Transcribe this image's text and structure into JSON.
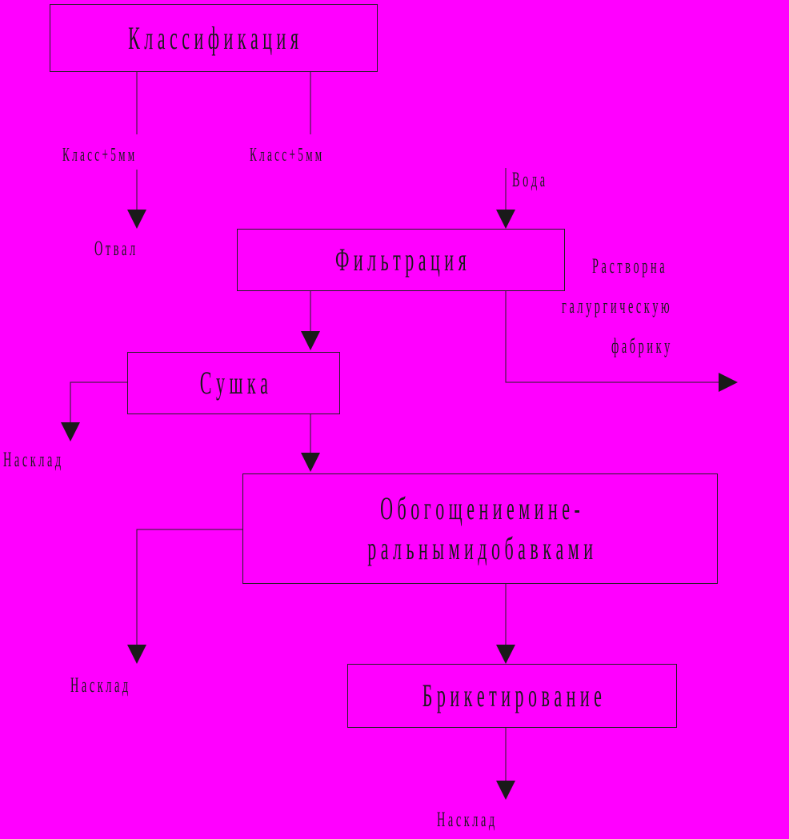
{
  "boxes": {
    "classification": "К л а с с и ф и к а ц и я",
    "filtration": "Ф и л ь т р а ц и я",
    "drying": "С у ш к а",
    "enrichment_line1": "О б о г о щ е н и е  м и н е -",
    "enrichment_line2": "р а л ь н ы м и  д о б а в к а м и",
    "briquetting": "Б р и к е т и р о в а н и е"
  },
  "labels": {
    "class_left": "К л а с с + 5 м м",
    "class_right": "К л а с с + 5 м м",
    "dump": "О т в а л",
    "water": "В о д а",
    "solution_line1": "Р а с т в о р  н а",
    "solution_line2": "г а л у р г и ч е с к у ю",
    "solution_line3": "ф а б р и к у",
    "warehouse_drying": "Н а  с к л а д",
    "warehouse_enrichment": "Н а  с к л а д",
    "warehouse_final": "Н а  с к л а д"
  },
  "colors": {
    "background": "#ff00ff",
    "line": "#222222",
    "text": "#1a1a1a"
  }
}
